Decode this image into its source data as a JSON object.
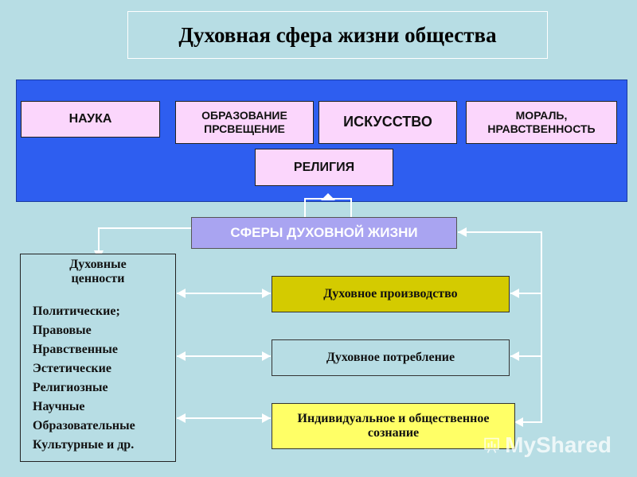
{
  "title": "Духовная сфера жизни общества",
  "spheres": [
    "НАУКА",
    "ОБРАЗОВАНИЕ\nПРСВЕЩЕНИЕ",
    "ИСКУССТВО",
    "МОРАЛЬ,\nНРАВСТВЕННОСТЬ",
    "РЕЛИГИЯ"
  ],
  "center_label": "СФЕРЫ ДУХОВНОЙ ЖИЗНИ",
  "values": {
    "heading": "Духовные\nценности",
    "items": [
      "Политические;",
      "Правовые",
      "Нравственные",
      "Эстетические",
      "Религиозные",
      "Научные",
      "Образовательные",
      "Культурные и др."
    ]
  },
  "right": {
    "production": "Духовное производство",
    "consumption": "Духовное потребление",
    "consciousness": "Индивидуальное и общественное сознание"
  },
  "colors": {
    "background": "#b7dde4",
    "panel": "#2e5ef0",
    "sphere_box": "#fbd6fc",
    "center_box": "#a9a4f1",
    "production_box": "#d4cb00",
    "consumption_box": "#b7dde4",
    "consciousness_box": "#ffff66"
  },
  "watermark": "MyShared"
}
